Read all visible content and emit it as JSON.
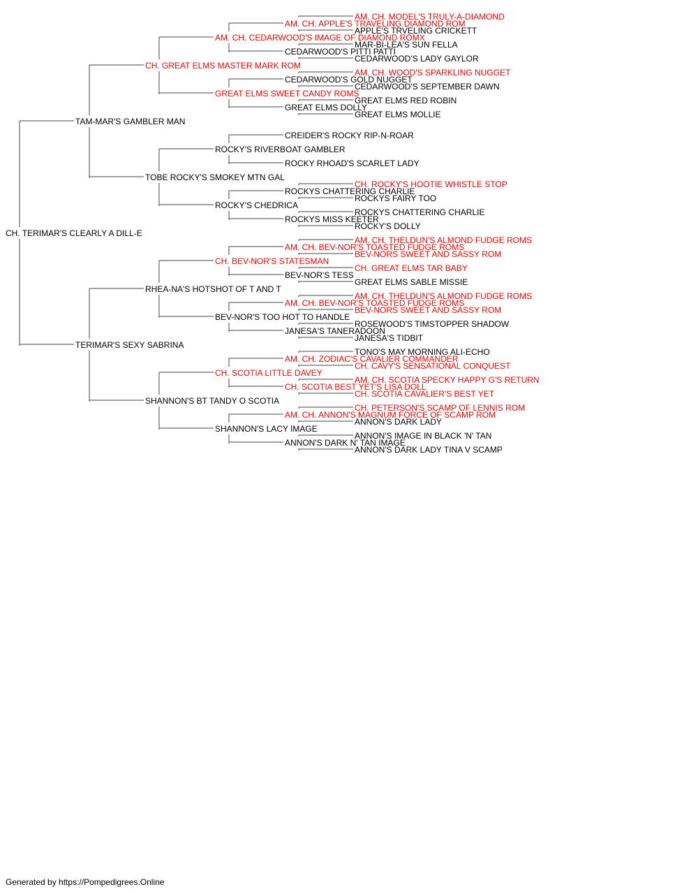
{
  "colors": {
    "champion": "#ff0000",
    "regular": "#000000",
    "line": "#444444"
  },
  "pedigree": {
    "name": "CH. TERIMAR'S CLEARLY A DILL-E",
    "ch": false,
    "parents": [
      {
        "name": "TAM-MAR'S GAMBLER MAN",
        "ch": false,
        "parents": [
          {
            "name": "CH. GREAT ELMS MASTER MARK ROM",
            "ch": true,
            "parents": [
              {
                "name": "AM. CH. CEDARWOOD'S IMAGE OF DIAMOND ROMX",
                "ch": true,
                "parents": [
                  {
                    "name": "AM. CH. APPLE'S TRAVELING DIAMOND ROM",
                    "ch": true,
                    "parents": [
                      {
                        "name": "AM. CH. MODEL'S TRULY-A-DIAMOND",
                        "ch": true
                      },
                      {
                        "name": "APPLE'S TRVELING CRICKETT",
                        "ch": false
                      }
                    ]
                  },
                  {
                    "name": "CEDARWOOD'S PITTI PATTI",
                    "ch": false,
                    "parents": [
                      {
                        "name": "MAR-BI-LEA'S SUN FELLA",
                        "ch": false
                      },
                      {
                        "name": "CEDARWOOD'S LADY GAYLOR",
                        "ch": false
                      }
                    ]
                  }
                ]
              },
              {
                "name": "GREAT ELMS SWEET CANDY ROMS",
                "ch": true,
                "parents": [
                  {
                    "name": "CEDARWOOD'S GOLD NUGGET",
                    "ch": false,
                    "parents": [
                      {
                        "name": "AM. CH. WOOD'S SPARKLING NUGGET",
                        "ch": true
                      },
                      {
                        "name": "CEDARWOOD'S SEPTEMBER DAWN",
                        "ch": false
                      }
                    ]
                  },
                  {
                    "name": "GREAT ELMS DOLLY",
                    "ch": false,
                    "parents": [
                      {
                        "name": "GREAT ELMS RED ROBIN",
                        "ch": false
                      },
                      {
                        "name": "GREAT ELMS MOLLIE",
                        "ch": false
                      }
                    ]
                  }
                ]
              }
            ]
          },
          {
            "name": "TOBE ROCKY'S SMOKEY MTN GAL",
            "ch": false,
            "parents": [
              {
                "name": "ROCKY'S RIVERBOAT GAMBLER",
                "ch": false,
                "parents": [
                  {
                    "name": "CREIDER'S ROCKY RIP-N-ROAR",
                    "ch": false
                  },
                  {
                    "name": "ROCKY RHOAD'S SCARLET LADY",
                    "ch": false
                  }
                ]
              },
              {
                "name": "ROCKY'S CHEDRICA",
                "ch": false,
                "parents": [
                  {
                    "name": "ROCKYS CHATTERING CHARLIE",
                    "ch": false,
                    "parents": [
                      {
                        "name": "CH. ROCKY'S HOOTIE WHISTLE STOP",
                        "ch": true
                      },
                      {
                        "name": "ROCKYS FAIRY TOO",
                        "ch": false
                      }
                    ]
                  },
                  {
                    "name": "ROCKYS MISS KEETER",
                    "ch": false,
                    "parents": [
                      {
                        "name": "ROCKYS CHATTERING CHARLIE",
                        "ch": false
                      },
                      {
                        "name": "ROCKY'S DOLLY",
                        "ch": false
                      }
                    ]
                  }
                ]
              }
            ]
          }
        ]
      },
      {
        "name": "TERIMAR'S SEXY SABRINA",
        "ch": false,
        "parents": [
          {
            "name": "RHEA-NA'S HOTSHOT OF T AND T",
            "ch": false,
            "parents": [
              {
                "name": "CH. BEV-NOR'S STATESMAN",
                "ch": true,
                "parents": [
                  {
                    "name": "AM. CH. BEV-NOR'S TOASTED FUDGE ROMS",
                    "ch": true,
                    "parents": [
                      {
                        "name": "AM. CH. THELDUN'S ALMOND FUDGE ROMS",
                        "ch": true
                      },
                      {
                        "name": "BEV-NORS SWEET AND SASSY ROM",
                        "ch": true
                      }
                    ]
                  },
                  {
                    "name": "BEV-NOR'S TESS",
                    "ch": false,
                    "parents": [
                      {
                        "name": "CH. GREAT ELMS TAR BABY",
                        "ch": true
                      },
                      {
                        "name": "GREAT ELMS SABLE MISSIE",
                        "ch": false
                      }
                    ]
                  }
                ]
              },
              {
                "name": "BEV-NOR'S TOO HOT TO HANDLE",
                "ch": false,
                "parents": [
                  {
                    "name": "AM. CH. BEV-NOR'S TOASTED FUDGE ROMS",
                    "ch": true,
                    "parents": [
                      {
                        "name": "AM. CH. THELDUN'S ALMOND FUDGE ROMS",
                        "ch": true
                      },
                      {
                        "name": "BEV-NORS SWEET AND SASSY ROM",
                        "ch": true
                      }
                    ]
                  },
                  {
                    "name": "JANESA'S TANERADOON",
                    "ch": false,
                    "parents": [
                      {
                        "name": "ROSEWOOD'S TIMSTOPPER SHADOW",
                        "ch": false
                      },
                      {
                        "name": "JANESA'S TIDBIT",
                        "ch": false
                      }
                    ]
                  }
                ]
              }
            ]
          },
          {
            "name": "SHANNON'S BT TANDY O SCOTIA",
            "ch": false,
            "parents": [
              {
                "name": "CH. SCOTIA LITTLE DAVEY",
                "ch": true,
                "parents": [
                  {
                    "name": "AM. CH. ZODIAC'S CAVALIER COMMANDER",
                    "ch": true,
                    "parents": [
                      {
                        "name": "TONO'S MAY MORNING ALI-ECHO",
                        "ch": false
                      },
                      {
                        "name": "CH. CAVY'S SENSATIONAL CONQUEST",
                        "ch": true
                      }
                    ]
                  },
                  {
                    "name": "CH. SCOTIA BEST YET'S LISA DOLL",
                    "ch": true,
                    "parents": [
                      {
                        "name": "AM. CH. SCOTIA SPECKY HAPPY G'S RETURN",
                        "ch": true
                      },
                      {
                        "name": "CH. SCOTIA CAVALIER'S BEST YET",
                        "ch": true
                      }
                    ]
                  }
                ]
              },
              {
                "name": "SHANNON'S LACY IMAGE",
                "ch": false,
                "parents": [
                  {
                    "name": "AM. CH. ANNON'S MAGNUM FORCE OF SCAMP ROM",
                    "ch": true,
                    "parents": [
                      {
                        "name": "CH. PETERSON'S SCAMP OF LENNIS ROM",
                        "ch": true
                      },
                      {
                        "name": "ANNON'S DARK LADY",
                        "ch": false
                      }
                    ]
                  },
                  {
                    "name": "ANNON'S DARK N' TAN IMAGE",
                    "ch": false,
                    "parents": [
                      {
                        "name": "ANNON'S IMAGE IN BLACK 'N' TAN",
                        "ch": false
                      },
                      {
                        "name": "ANNON'S DARK LADY TINA V SCAMP",
                        "ch": false
                      }
                    ]
                  }
                ]
              }
            ]
          }
        ]
      }
    ]
  },
  "footer": {
    "text": "Generated by https://Pompedigrees.Online"
  }
}
